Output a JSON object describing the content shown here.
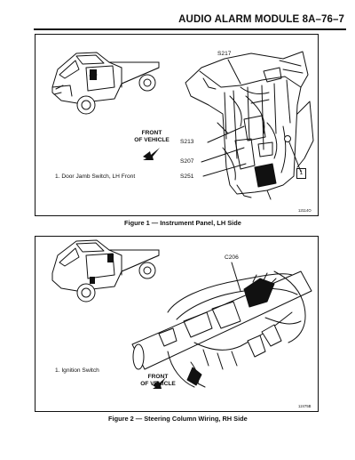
{
  "header": {
    "title": "AUDIO ALARM MODULE 8A–76–7"
  },
  "figure1": {
    "caption": "Figure 1 — Instrument Panel, LH Side",
    "front_label_line1": "FRONT",
    "front_label_line2": "OF VEHICLE",
    "legend_item": "1.  Door Jamb Switch, LH Front",
    "callouts": [
      "S217",
      "S213",
      "S207",
      "S251"
    ],
    "number_box": "1",
    "code": "12114O"
  },
  "figure2": {
    "caption": "Figure 2 — Steering Column Wiring, RH Side",
    "front_label_line1": "FRONT",
    "front_label_line2": "OF VEHICLE",
    "legend_item": "1.  Ignition Switch",
    "callouts": [
      "C206"
    ],
    "code": "12475B"
  }
}
